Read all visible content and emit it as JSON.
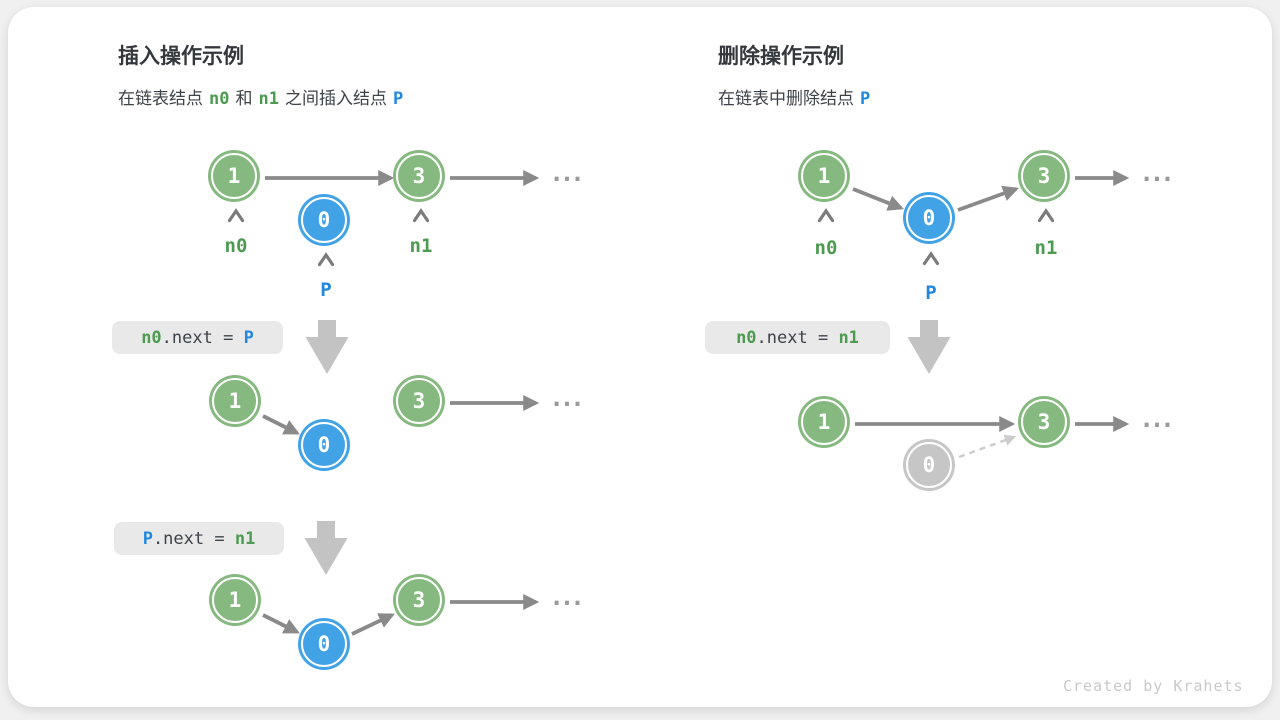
{
  "left": {
    "title": "插入操作示例",
    "subtitle": {
      "seg1": "在链表结点",
      "n0": "n0",
      "seg2": "和",
      "n1": "n1",
      "seg3": "之间插入结点",
      "p": "P"
    },
    "code1": {
      "lhs": "n0",
      "op": ".next = ",
      "rhs": "P"
    },
    "code2": {
      "lhs": "P",
      "op": ".next = ",
      "rhs": "n1"
    }
  },
  "right": {
    "title": "删除操作示例",
    "subtitle": {
      "seg1": "在链表中删除结点",
      "p": "P"
    },
    "code1": {
      "lhs": "n0",
      "op": ".next = ",
      "rhs": "n1"
    }
  },
  "nodes": {
    "first": "1",
    "third": "3",
    "inserted": "0"
  },
  "pointers": {
    "n0": "n0",
    "n1": "n1",
    "p": "P"
  },
  "ellipsis": "...",
  "watermark": "Created by Krahets",
  "colors": {
    "node_green": "#86b97f",
    "node_blue": "#41a3e6",
    "node_gray": "#c6c6c6",
    "label_green": "#4d9b50",
    "label_blue": "#2188dd",
    "arrow_gray": "#8a8a8a",
    "block_arrow_gray": "#c3c3c3",
    "code_bg": "#e9e9e9"
  }
}
